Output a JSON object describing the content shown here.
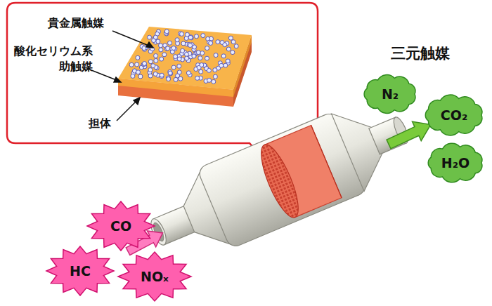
{
  "diagram": {
    "title": "三元触媒",
    "nodes": [
      {
        "text": [
          "CO"
        ]
      },
      {
        "text": [
          "HC"
        ]
      },
      {
        "text": [
          "NOₓ"
        ]
      },
      {
        "text": [
          "N₂"
        ]
      },
      {
        "text": [
          "CO₂"
        ]
      },
      {
        "text": [
          "H₂O"
        ]
      }
    ],
    "labels": [
      "貴金属触媒",
      "酸化セリウム系 助触媒",
      "担体"
    ]
  }
}
